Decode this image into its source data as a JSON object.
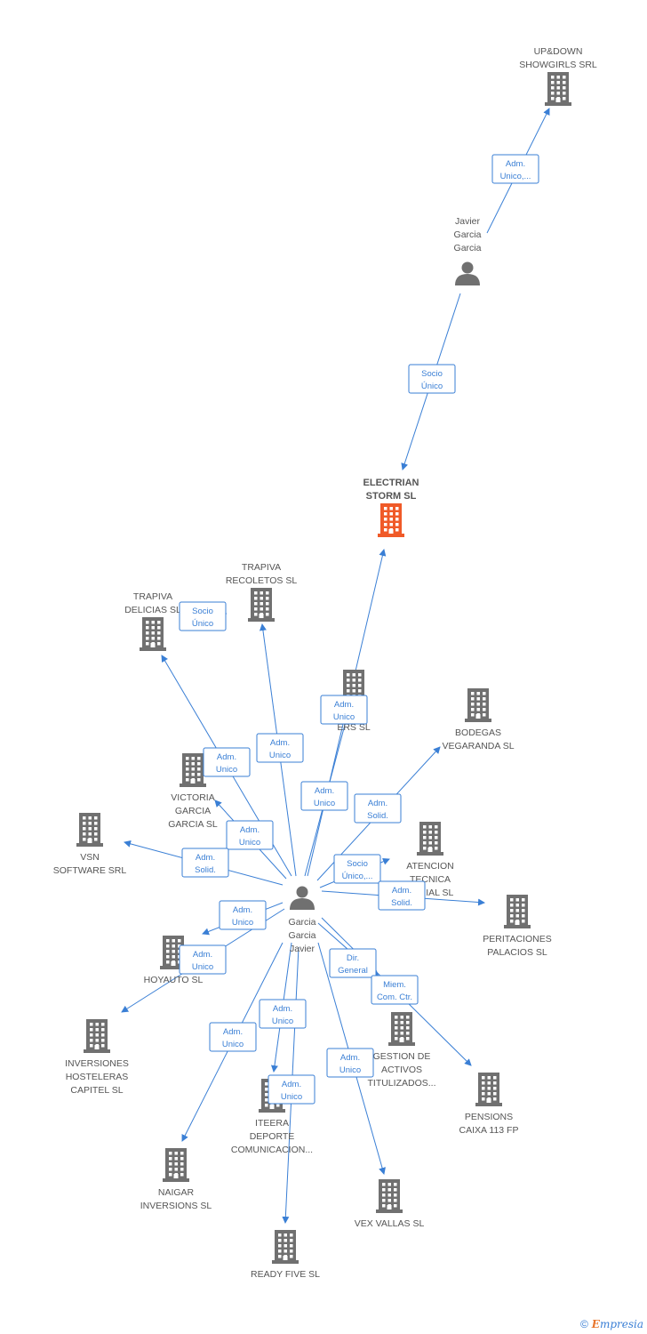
{
  "colors": {
    "edge": "#3a7fd5",
    "company": "#707070",
    "focus": "#f05a28",
    "person": "#707070"
  },
  "nodes": [
    {
      "id": "updown",
      "type": "company",
      "label": [
        "UP&DOWN",
        "SHOWGIRLS SRL"
      ]
    },
    {
      "id": "javier",
      "type": "person",
      "label": [
        "Javier",
        "Garcia",
        "Garcia"
      ]
    },
    {
      "id": "electrian",
      "type": "focus",
      "label": [
        "ELECTRIAN",
        "STORM SL"
      ]
    },
    {
      "id": "garcia",
      "type": "person",
      "label": [
        "Garcia",
        "Garcia",
        "Javier"
      ]
    },
    {
      "id": "trapiva_rec",
      "type": "company",
      "label": [
        "TRAPIVA",
        "RECOLETOS SL"
      ]
    },
    {
      "id": "trapiva_del",
      "type": "company",
      "label": [
        "TRAPIVA",
        "DELICIAS SL"
      ]
    },
    {
      "id": "garners",
      "type": "company",
      "label": [
        "GAR",
        "ERS SL"
      ]
    },
    {
      "id": "bodegas",
      "type": "company",
      "label": [
        "BODEGAS",
        "VEGARANDA SL"
      ]
    },
    {
      "id": "victoria",
      "type": "company",
      "label": [
        "VICTORIA",
        "GARCIA",
        "GARCIA SL"
      ]
    },
    {
      "id": "vsn",
      "type": "company",
      "label": [
        "VSN",
        "SOFTWARE SRL"
      ]
    },
    {
      "id": "atencion",
      "type": "company",
      "label": [
        "ATENCION",
        "TECNICA",
        "SARIAL SL"
      ]
    },
    {
      "id": "peritaciones",
      "type": "company",
      "label": [
        "PERITACIONES",
        "PALACIOS SL"
      ]
    },
    {
      "id": "hoyauto",
      "type": "company",
      "label": [
        "HOYAUTO SL"
      ]
    },
    {
      "id": "inversiones",
      "type": "company",
      "label": [
        "INVERSIONES",
        "HOSTELERAS",
        "CAPITEL SL"
      ]
    },
    {
      "id": "gestion",
      "type": "company",
      "label": [
        "GESTION DE",
        "ACTIVOS",
        "TITULIZADOS..."
      ]
    },
    {
      "id": "pensions",
      "type": "company",
      "label": [
        "PENSIONS",
        "CAIXA 113 FP"
      ]
    },
    {
      "id": "iteera",
      "type": "company",
      "label": [
        "ITEERA",
        "DEPORTE",
        "COMUNICACION..."
      ]
    },
    {
      "id": "naigar",
      "type": "company",
      "label": [
        "NAIGAR",
        "INVERSIONS SL"
      ]
    },
    {
      "id": "vex",
      "type": "company",
      "label": [
        "VEX VALLAS SL"
      ]
    },
    {
      "id": "readyfive",
      "type": "company",
      "label": [
        "READY FIVE SL"
      ]
    }
  ],
  "edges": [
    {
      "from": "javier",
      "to": "updown",
      "label": [
        "Adm.",
        "Unico,..."
      ]
    },
    {
      "from": "javier",
      "to": "electrian",
      "label": [
        "Socio",
        "Único"
      ]
    },
    {
      "from": "garcia",
      "to": "electrian",
      "label": [
        "Adm.",
        "Unico"
      ]
    },
    {
      "from": "garcia",
      "to": "trapiva_rec",
      "label": [
        "Adm.",
        "Unico"
      ]
    },
    {
      "from": "trapiva_rec",
      "to": "trapiva_del",
      "label": [
        "Socio",
        "Único"
      ]
    },
    {
      "from": "garcia",
      "to": "trapiva_del",
      "label": [
        "Adm.",
        "Unico"
      ]
    },
    {
      "from": "garcia",
      "to": "garners",
      "label": [
        "Adm.",
        "Unico"
      ]
    },
    {
      "from": "garcia",
      "to": "bodegas",
      "label": [
        "Adm.",
        "Solid."
      ]
    },
    {
      "from": "garcia",
      "to": "victoria",
      "label": [
        "Adm.",
        "Unico"
      ]
    },
    {
      "from": "garcia",
      "to": "vsn",
      "label": [
        "Adm.",
        "Solid."
      ]
    },
    {
      "from": "garcia",
      "to": "atencion",
      "label": [
        "Socio",
        "Único,..."
      ]
    },
    {
      "from": "garcia",
      "to": "peritaciones",
      "label": [
        "Adm.",
        "Solid."
      ]
    },
    {
      "from": "garcia",
      "to": "hoyauto",
      "label": [
        "Adm.",
        "Unico"
      ]
    },
    {
      "from": "garcia",
      "to": "inversiones",
      "label": [
        "Adm.",
        "Unico"
      ]
    },
    {
      "from": "garcia",
      "to": "gestion",
      "label": [
        "Dir.",
        "General"
      ]
    },
    {
      "from": "garcia",
      "to": "pensions",
      "label": [
        "Miem.",
        "Com. Ctr."
      ]
    },
    {
      "from": "garcia",
      "to": "iteera",
      "label": [
        "Adm.",
        "Unico"
      ]
    },
    {
      "from": "garcia",
      "to": "naigar",
      "label": [
        "Adm.",
        "Unico"
      ]
    },
    {
      "from": "garcia",
      "to": "vex",
      "label": [
        "Adm.",
        "Unico"
      ]
    },
    {
      "from": "garcia",
      "to": "readyfive",
      "label": [
        "Adm.",
        "Unico"
      ]
    }
  ],
  "footer": {
    "copyright": "©",
    "brand_initial": "E",
    "brand_rest": "mpresia"
  }
}
